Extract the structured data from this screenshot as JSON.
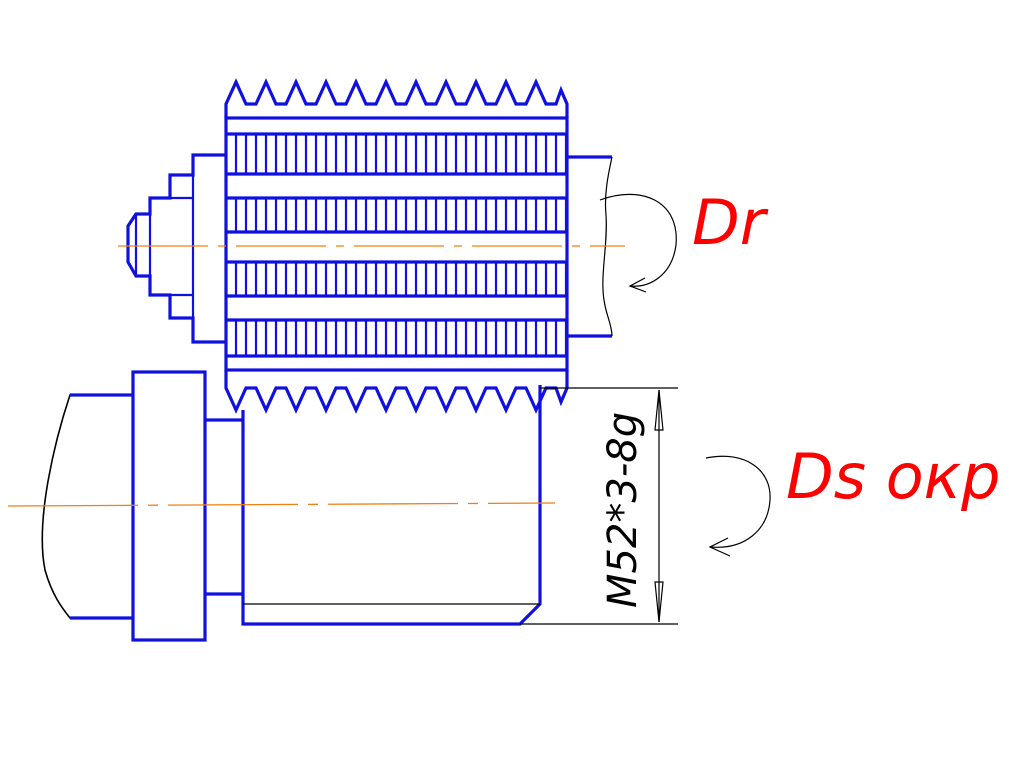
{
  "labels": {
    "tool_rotation": "Dr",
    "workpiece_rotation": "Ds окр",
    "thread_designation": "М52*3-8g"
  },
  "colors": {
    "outline": "#1010e0",
    "dimension": "#000000",
    "axis_line": "#f08010",
    "annotation": "#ff0000"
  }
}
